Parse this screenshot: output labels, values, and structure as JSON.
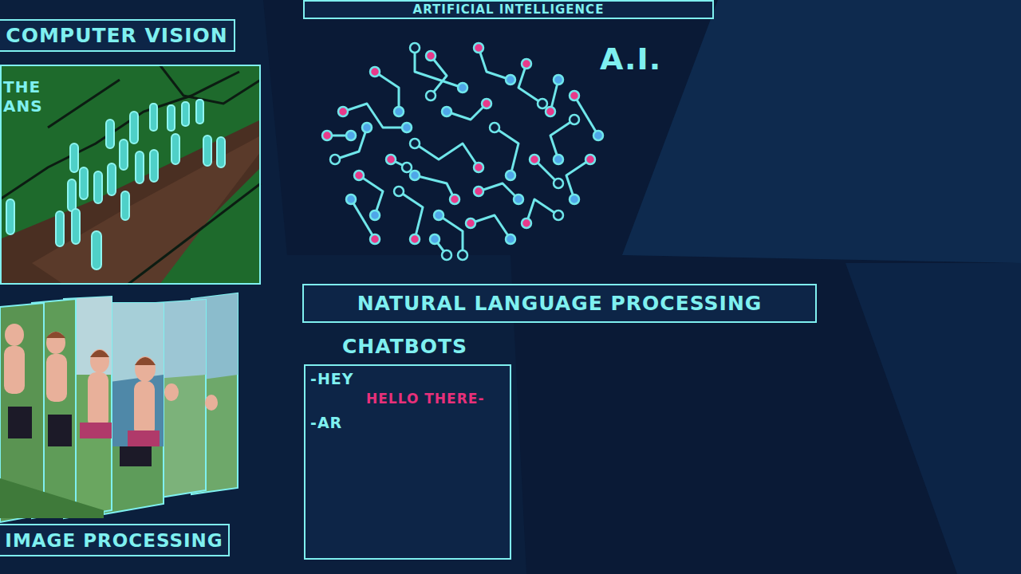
{
  "diagram": {
    "nodes": [
      {
        "text": [
          "ARTIFICIAL INTELLIGENCE"
        ]
      },
      {
        "text": [
          "COMPUTER VISION"
        ]
      },
      {
        "text": [
          "THE ANS"
        ]
      },
      {
        "text": [
          "NATURAL LANGUAGE PROCESSING"
        ]
      },
      {
        "text": [
          "CHATBOTS",
          "-HEY",
          "HELLO THERE-",
          "-AR"
        ]
      },
      {
        "text": [
          "IMAGE PROCESSING"
        ]
      }
    ],
    "labels": [
      "A.I."
    ]
  }
}
